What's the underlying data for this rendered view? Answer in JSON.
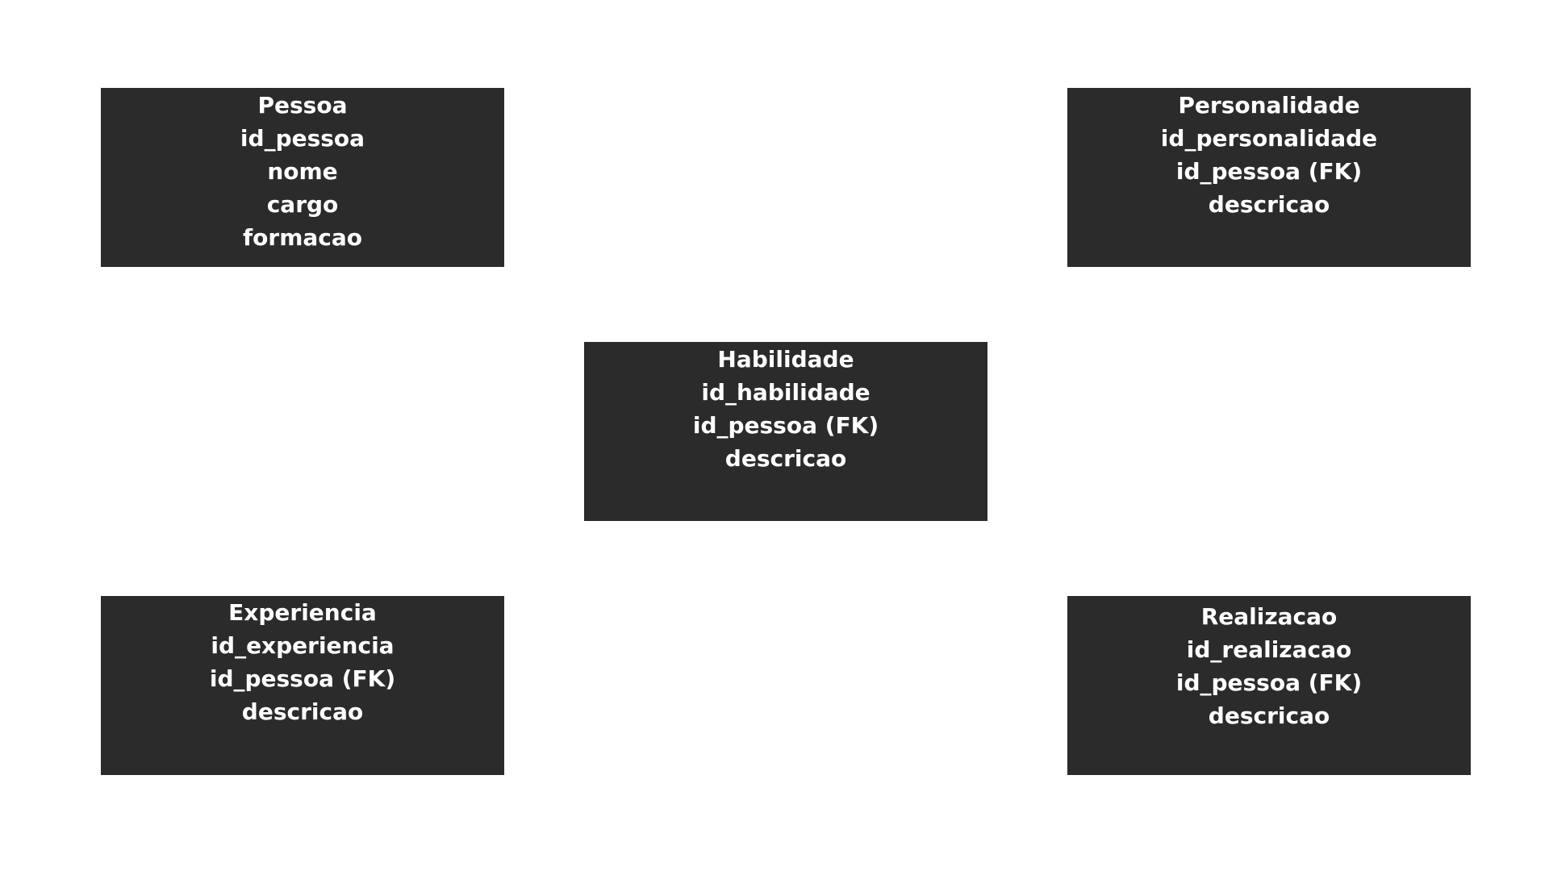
{
  "colors": {
    "background": "#ffffff",
    "entity_fill": "#2b2b2b",
    "entity_text": "#ffffff"
  },
  "entities": [
    {
      "name": "Pessoa",
      "fields": [
        "id_pessoa",
        "nome",
        "cargo",
        "formacao"
      ]
    },
    {
      "name": "Personalidade",
      "fields": [
        "id_personalidade",
        "id_pessoa (FK)",
        "descricao"
      ]
    },
    {
      "name": "Habilidade",
      "fields": [
        "id_habilidade",
        "id_pessoa (FK)",
        "descricao"
      ]
    },
    {
      "name": "Experiencia",
      "fields": [
        "id_experiencia",
        "id_pessoa (FK)",
        "descricao"
      ]
    },
    {
      "name": "Realizacao",
      "fields": [
        "id_realizacao",
        "id_pessoa (FK)",
        "descricao"
      ]
    }
  ]
}
